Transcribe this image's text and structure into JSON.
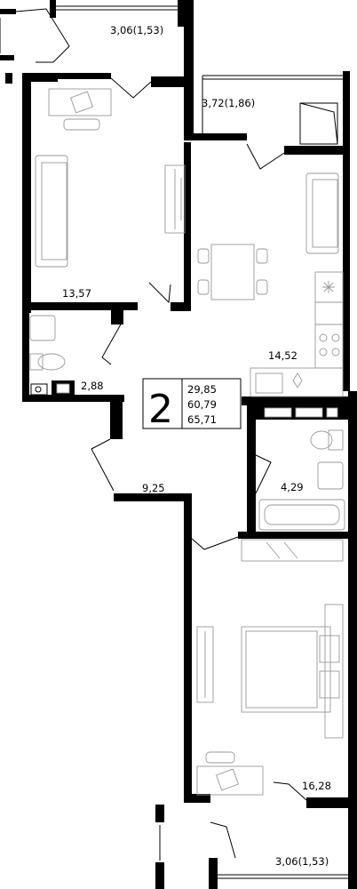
{
  "plan": {
    "rooms": {
      "balcony_top": "3,06(1,53)",
      "living": "13,57",
      "loggia": "3,72(1,86)",
      "kitchen": "14,52",
      "wc": "2,88",
      "hall": "9,25",
      "bathroom": "4,29",
      "bedroom": "16,28",
      "balcony_bottom": "3,06(1,53)"
    },
    "summary": {
      "rooms_count": "2",
      "living_area": "29,85",
      "total_area": "60,79",
      "total_with_balconies": "65,71"
    }
  }
}
